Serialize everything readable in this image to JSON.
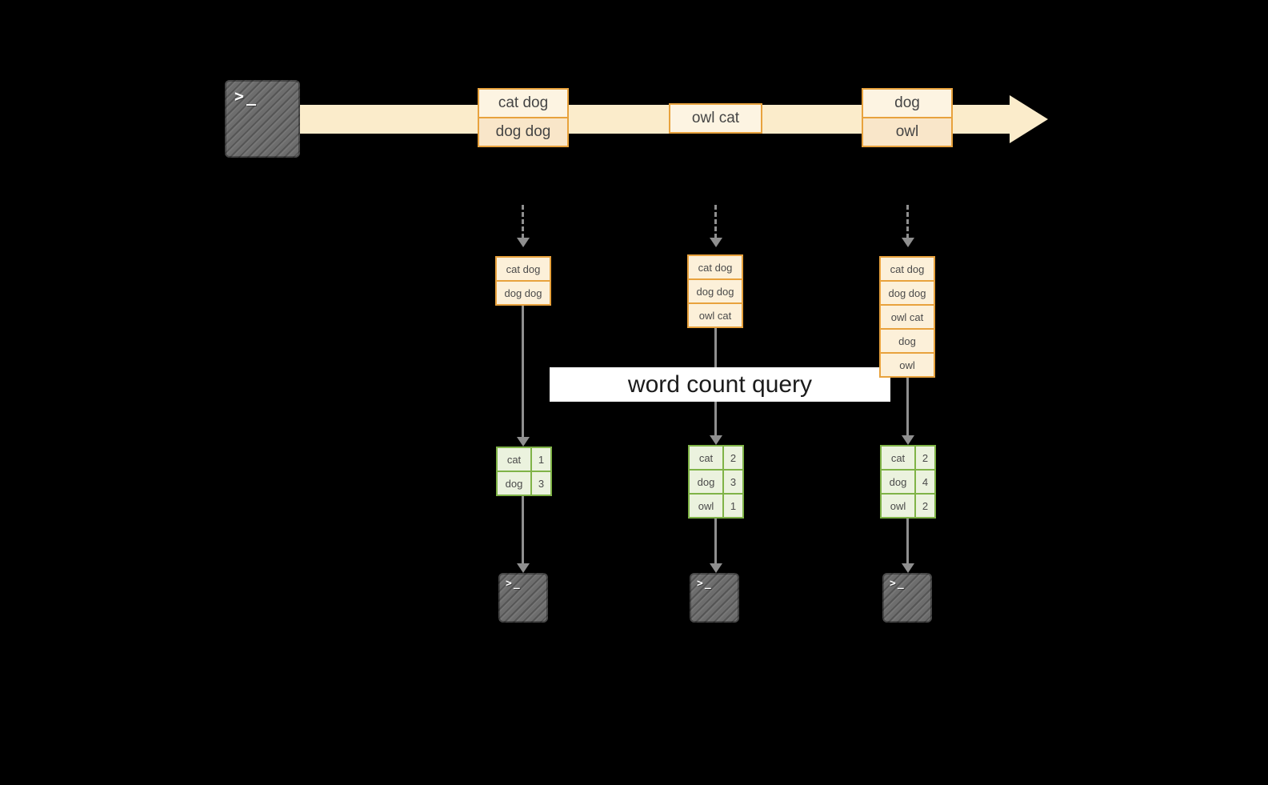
{
  "colors": {
    "background": "#000000",
    "stream_band": "#fbeccb",
    "record_border": "#e8a23d",
    "record_fill_light": "#fdf4e2",
    "record_fill_dark": "#f9e6c9",
    "batch_record_fill": "#fcf0d9",
    "table_border": "#7fb347",
    "table_fill": "#ebf2de",
    "arrow_gray": "#8f8f8f",
    "terminal_fill": "#6d6d6d",
    "banner_bg": "#ffffff",
    "banner_text": "#1b1b1b"
  },
  "terminal": {
    "prompt": ">_"
  },
  "stream": {
    "events": [
      {
        "lines": [
          "cat dog",
          "dog dog"
        ]
      },
      {
        "lines": [
          "owl cat"
        ]
      },
      {
        "lines": [
          "dog",
          "owl"
        ]
      }
    ]
  },
  "query": {
    "label": "word count query"
  },
  "batches": [
    {
      "records": [
        "cat dog",
        "dog dog"
      ],
      "counts": [
        {
          "word": "cat",
          "n": "1"
        },
        {
          "word": "dog",
          "n": "3"
        }
      ]
    },
    {
      "records": [
        "cat dog",
        "dog dog",
        "owl cat"
      ],
      "counts": [
        {
          "word": "cat",
          "n": "2"
        },
        {
          "word": "dog",
          "n": "3"
        },
        {
          "word": "owl",
          "n": "1"
        }
      ]
    },
    {
      "records": [
        "cat dog",
        "dog dog",
        "owl cat",
        "dog",
        "owl"
      ],
      "counts": [
        {
          "word": "cat",
          "n": "2"
        },
        {
          "word": "dog",
          "n": "4"
        },
        {
          "word": "owl",
          "n": "2"
        }
      ]
    }
  ]
}
